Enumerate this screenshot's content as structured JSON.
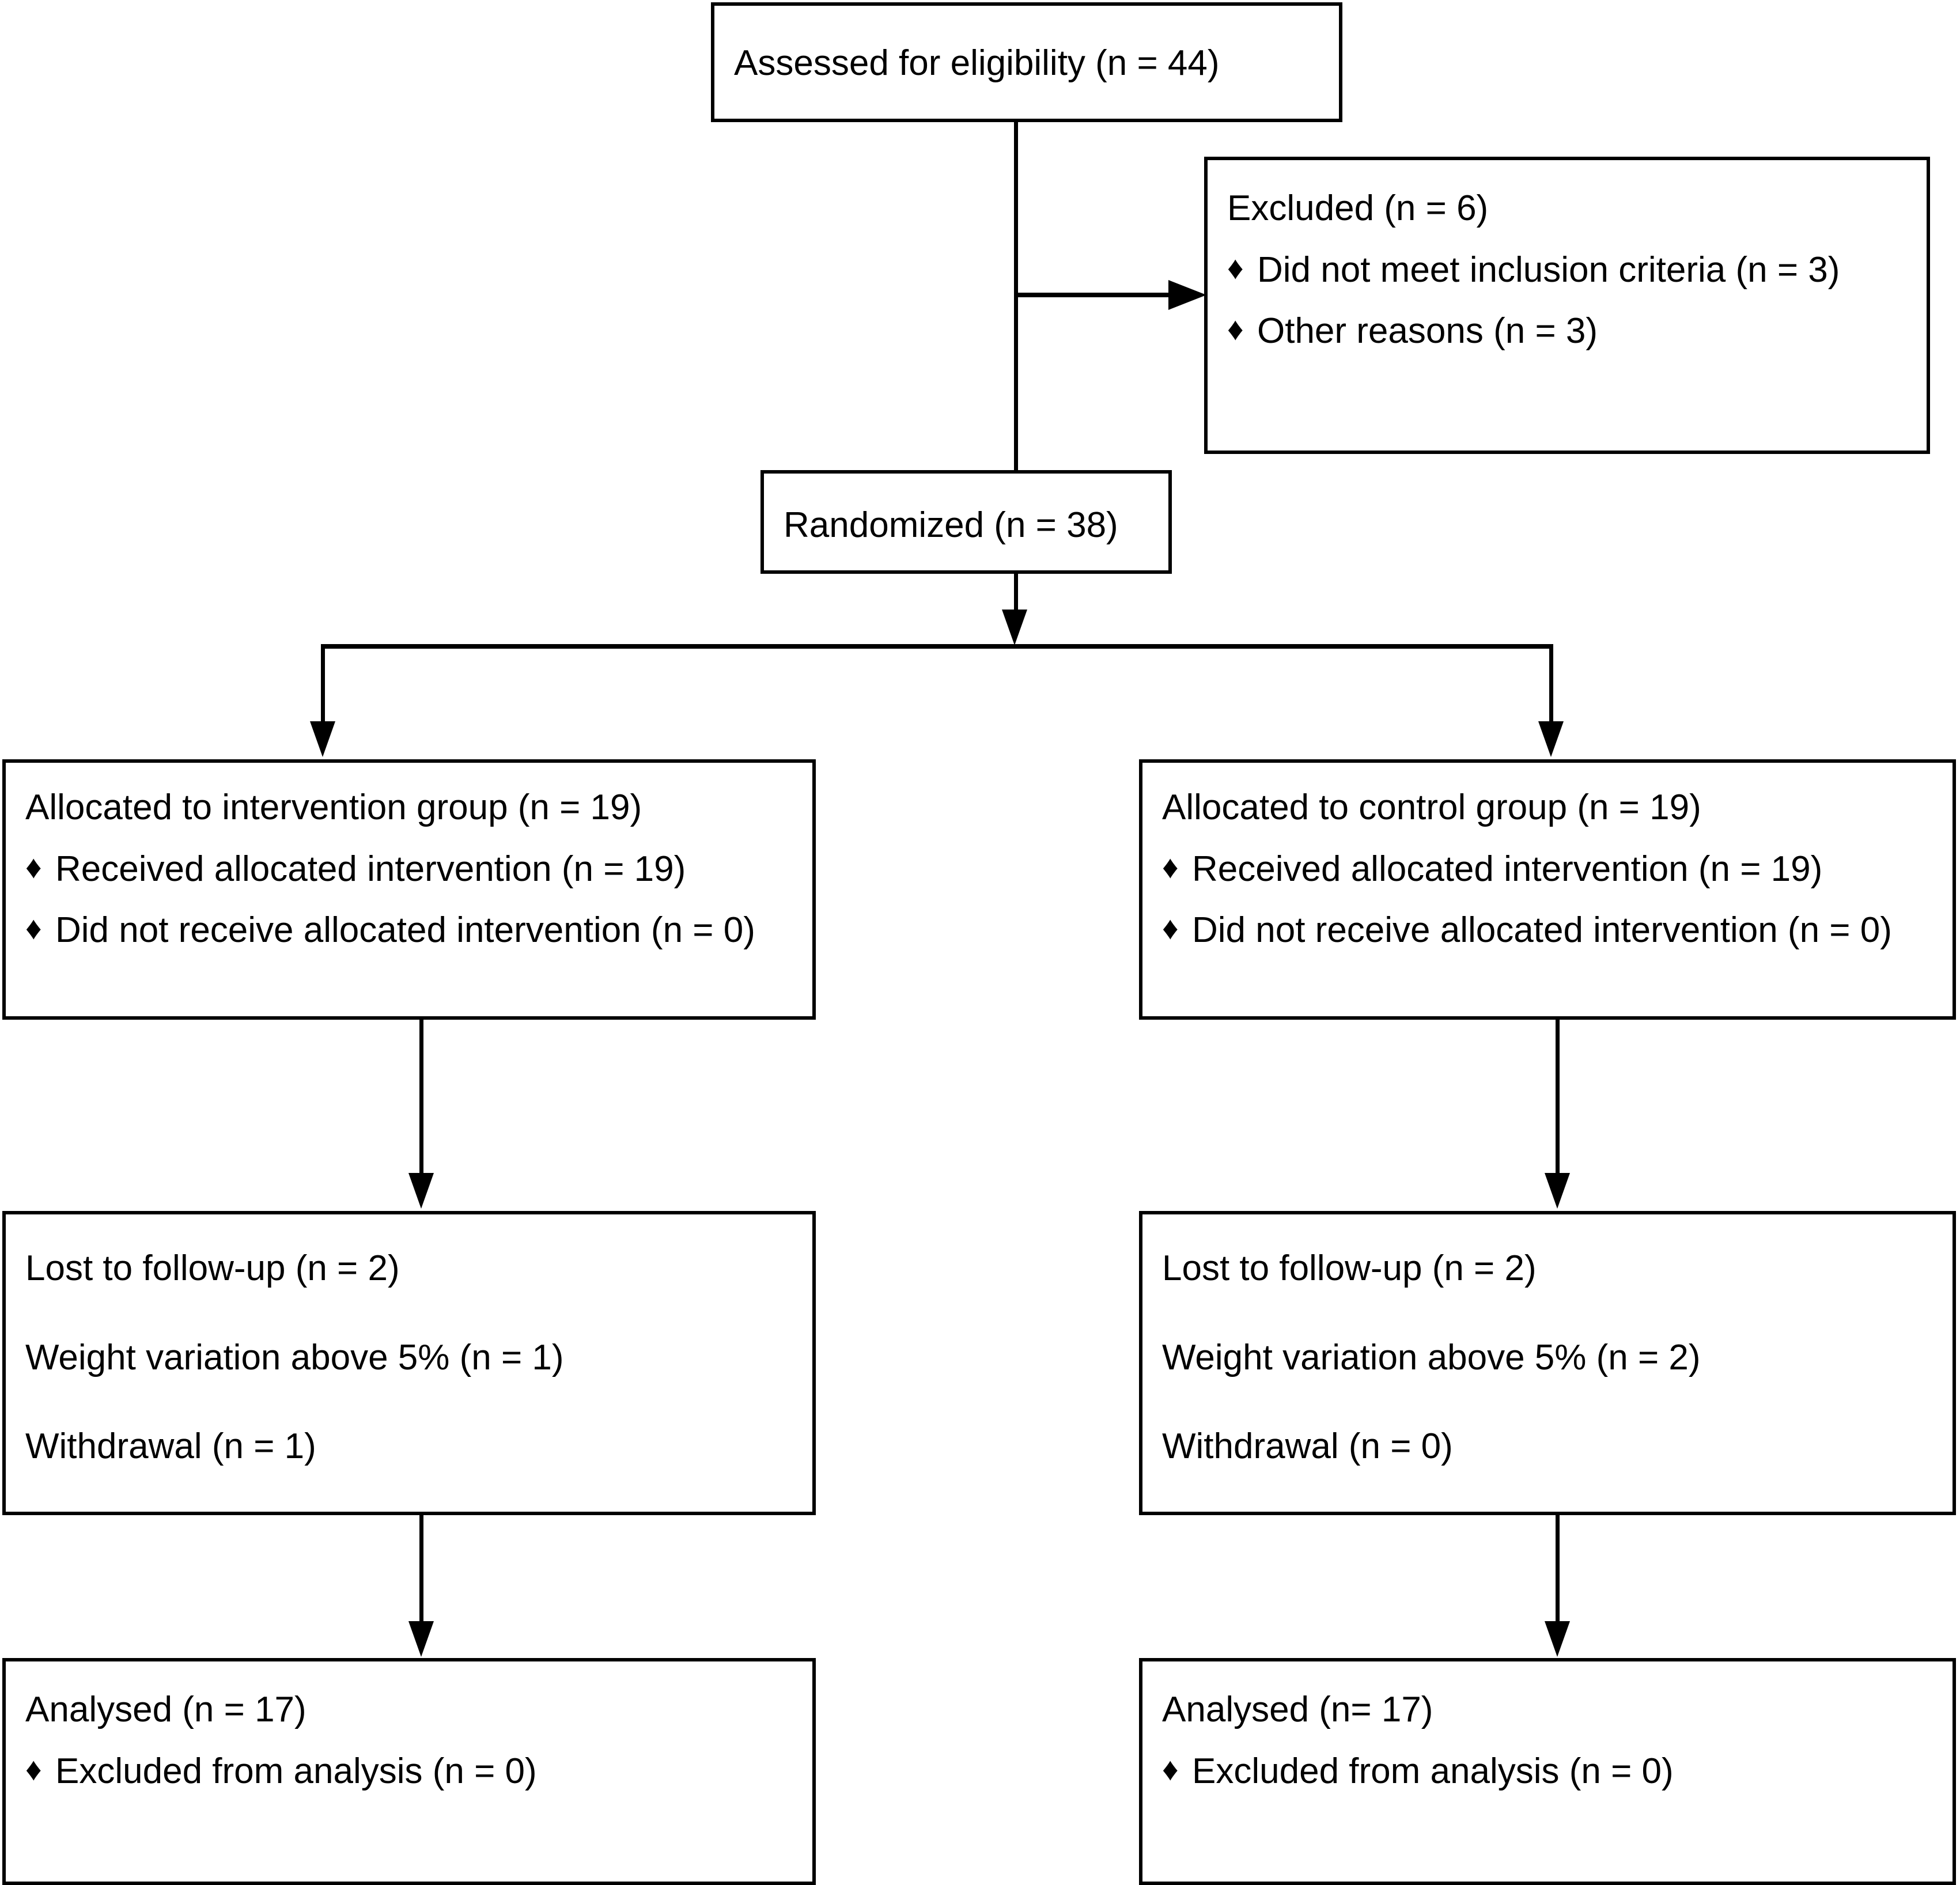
{
  "diagram": {
    "title": "CONSORT participant flow diagram",
    "bullet_glyph": "♦",
    "line_color": "#000000",
    "background_color": "#ffffff",
    "text_color": "#000000"
  },
  "enrollment": {
    "assessed": {
      "label": "Assessed for eligibility (n = 44)"
    },
    "excluded": {
      "heading": "Excluded (n = 6)",
      "items": [
        "Did not meet inclusion criteria (n = 3)",
        "Other reasons (n = 3)"
      ]
    },
    "randomized": {
      "label": "Randomized (n = 38)"
    }
  },
  "allocation": {
    "intervention": {
      "heading": "Allocated to intervention group (n = 19)",
      "items": [
        "Received allocated intervention (n = 19)",
        "Did not receive allocated intervention (n = 0)"
      ]
    },
    "control": {
      "heading": "Allocated to control group (n = 19)",
      "items": [
        "Received allocated intervention (n = 19)",
        "Did not receive allocated intervention (n = 0)"
      ]
    }
  },
  "followup": {
    "intervention": {
      "lines": [
        "Lost to follow-up (n = 2)",
        "Weight variation above 5%  (n = 1)",
        "Withdrawal (n = 1)"
      ]
    },
    "control": {
      "lines": [
        "Lost to follow-up (n = 2)",
        "Weight variation above 5%  (n = 2)",
        "Withdrawal (n = 0)"
      ]
    }
  },
  "analysis": {
    "intervention": {
      "heading": "Analysed (n = 17)",
      "items": [
        "Excluded from analysis (n = 0)"
      ]
    },
    "control": {
      "heading": "Analysed (n= 17)",
      "items": [
        "Excluded from analysis (n = 0)"
      ]
    }
  }
}
